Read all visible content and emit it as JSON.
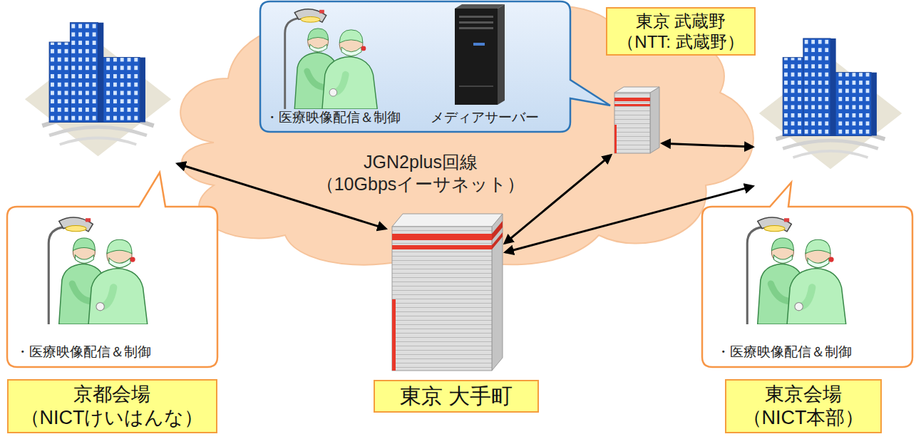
{
  "diagram": {
    "nodes": [
      {
        "text": [
          "京都会場 （NICTけいはんな）"
        ]
      },
      {
        "text": [
          "・医療映像配信＆制御",
          "メディアサーバー"
        ]
      },
      {
        "text": [
          "東京 武蔵野 （NTT: 武蔵野）"
        ]
      },
      {
        "text": [
          "東京会場 （NICT本部）"
        ]
      },
      {
        "text": [
          "・医療映像配信＆制御"
        ]
      },
      {
        "text": [
          "東京 大手町"
        ]
      },
      {
        "text": [
          "・医療映像配信＆制御"
        ]
      }
    ],
    "edges": [
      {
        "from": 0,
        "to": 5,
        "arrow": "both"
      },
      {
        "from": 2,
        "to": 5,
        "arrow": "both"
      },
      {
        "from": 2,
        "to": 3,
        "arrow": "both"
      },
      {
        "from": 5,
        "to": 3,
        "arrow": "both"
      }
    ],
    "labels": [
      "JGN2plus回線 （10Gbpsイーサネット）"
    ]
  }
}
